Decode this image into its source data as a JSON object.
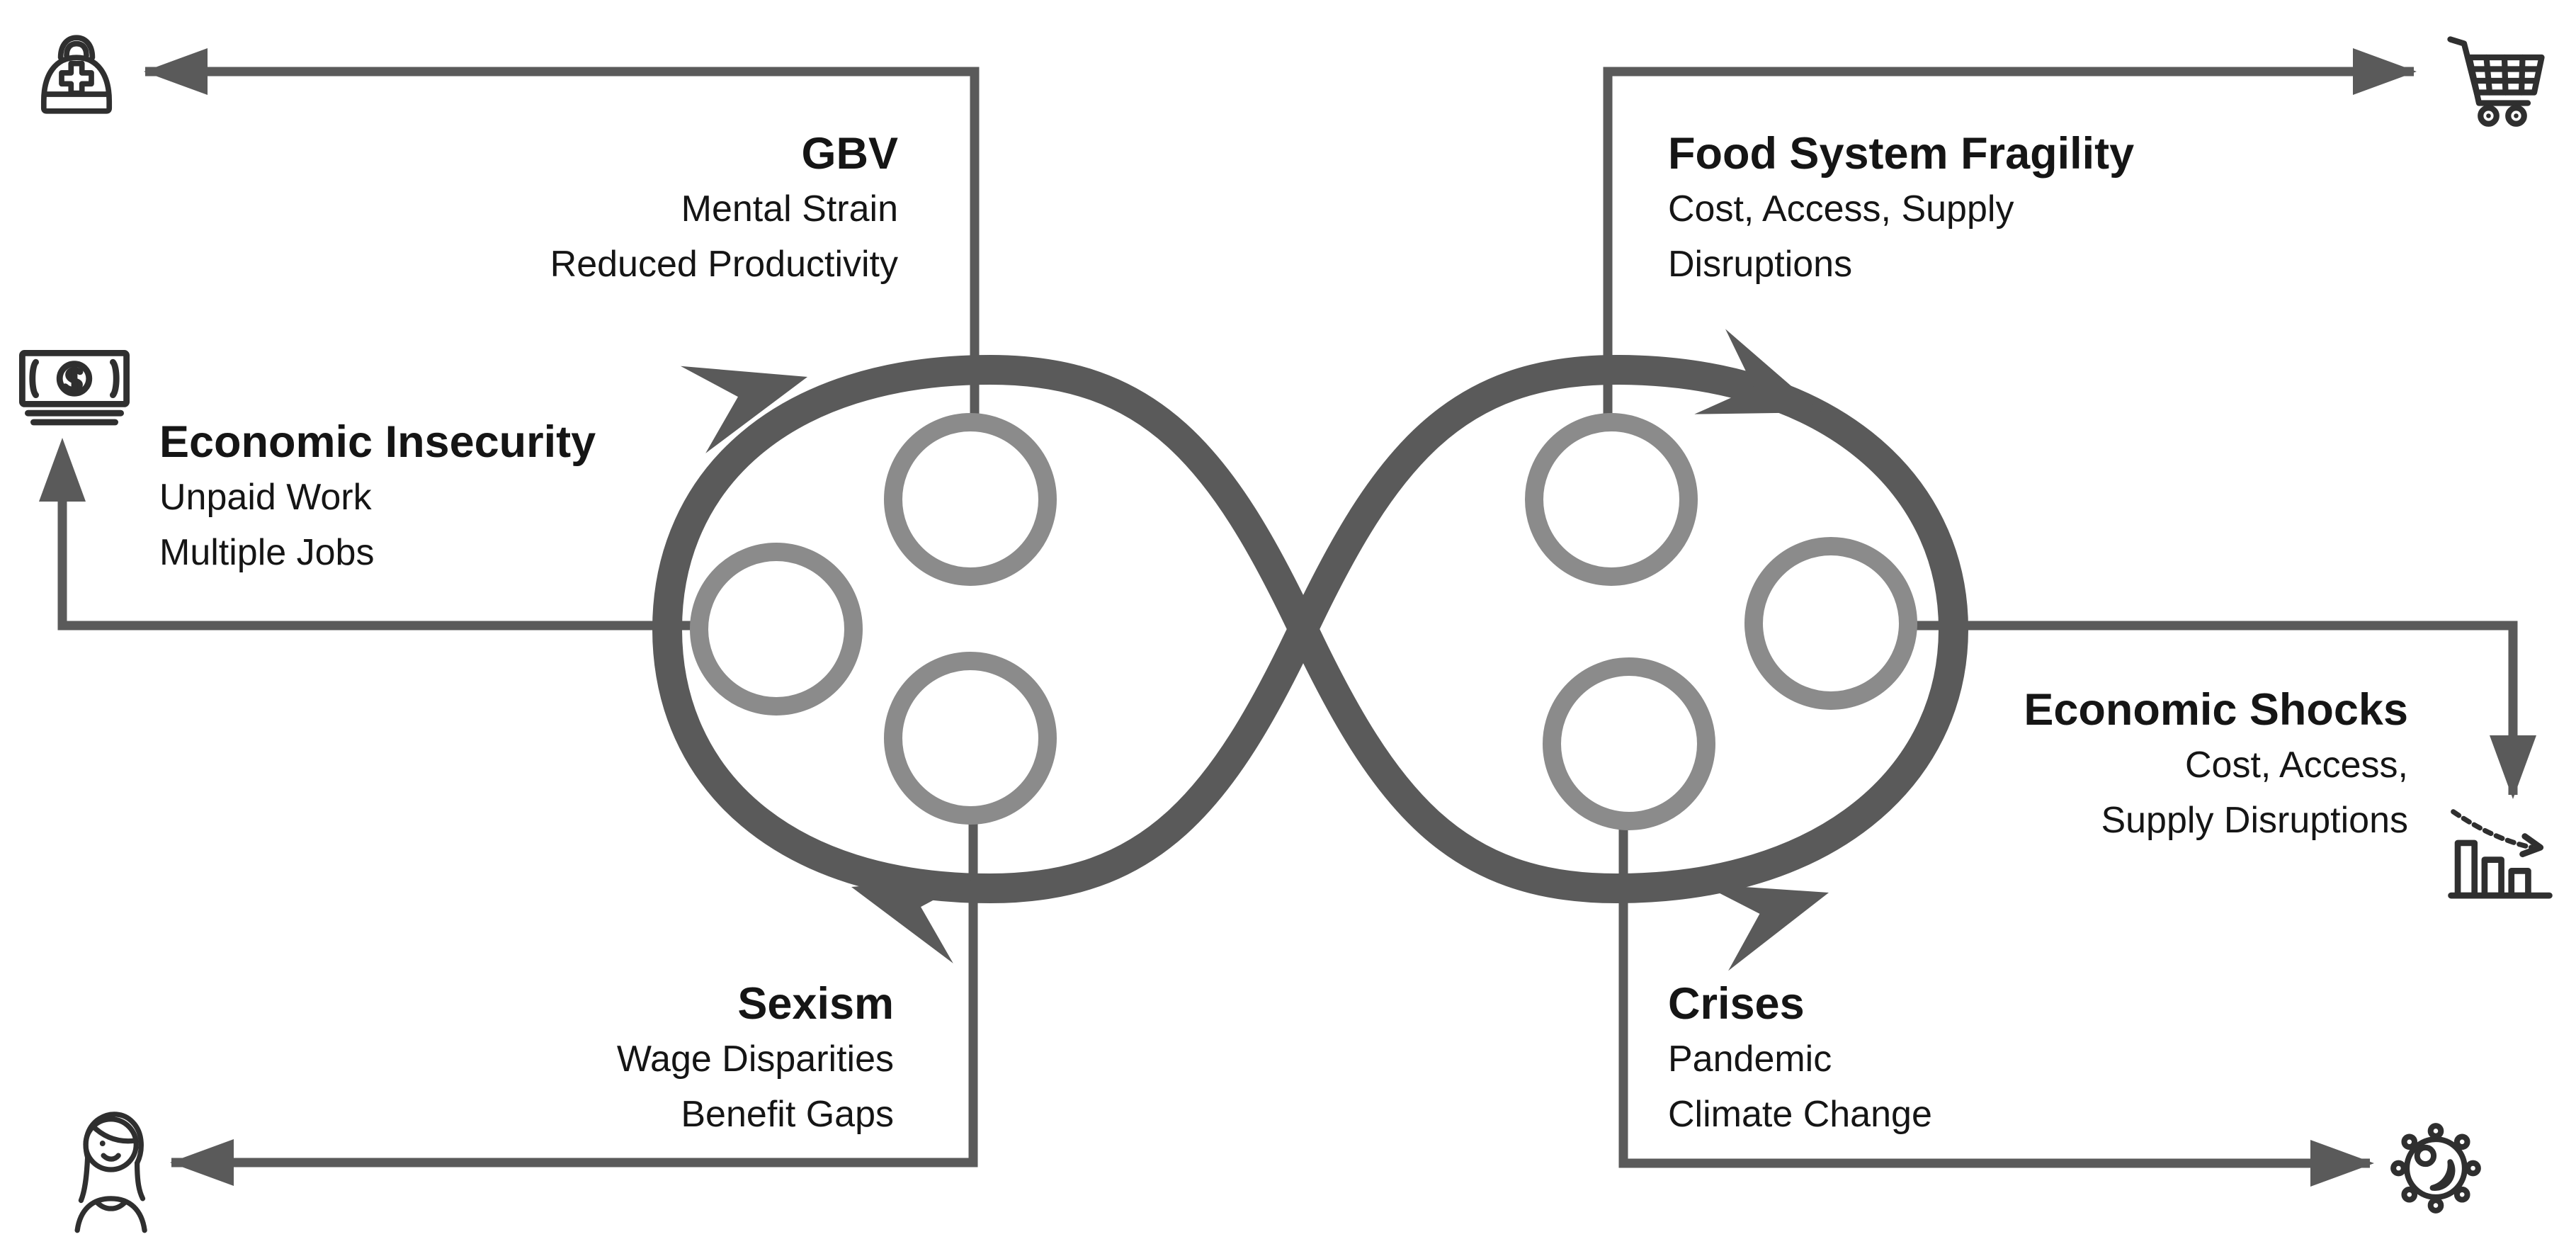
{
  "theme": {
    "background": "#ffffff",
    "loop_color": "#5a5a5a",
    "ring_color": "#8b8b8b",
    "connector_color": "#5a5a5a",
    "icon_color": "#2f2f2f",
    "text_color": "#151515"
  },
  "diagram": {
    "shape": "infinity-loop",
    "nodes": [
      {
        "id": "gbv",
        "title": "GBV",
        "lines": [
          "Mental Strain",
          "Reduced Productivity"
        ],
        "icon": "first-aid-bag-icon",
        "position": "top-left"
      },
      {
        "id": "economic-insecurity",
        "title": "Economic Insecurity",
        "lines": [
          "Unpaid Work",
          "Multiple Jobs"
        ],
        "icon": "money-icon",
        "position": "middle-left"
      },
      {
        "id": "sexism",
        "title": "Sexism",
        "lines": [
          "Wage Disparities",
          "Benefit Gaps"
        ],
        "icon": "woman-icon",
        "position": "bottom-left"
      },
      {
        "id": "food-system-fragility",
        "title": "Food System Fragility",
        "lines": [
          "Cost, Access, Supply",
          "Disruptions"
        ],
        "icon": "shopping-cart-icon",
        "position": "top-right"
      },
      {
        "id": "economic-shocks",
        "title": "Economic Shocks",
        "lines": [
          "Cost, Access,",
          "Supply Disruptions"
        ],
        "icon": "declining-chart-icon",
        "position": "middle-right"
      },
      {
        "id": "crises",
        "title": "Crises",
        "lines": [
          "Pandemic",
          "Climate Change"
        ],
        "icon": "virus-icon",
        "position": "bottom-right"
      }
    ]
  }
}
